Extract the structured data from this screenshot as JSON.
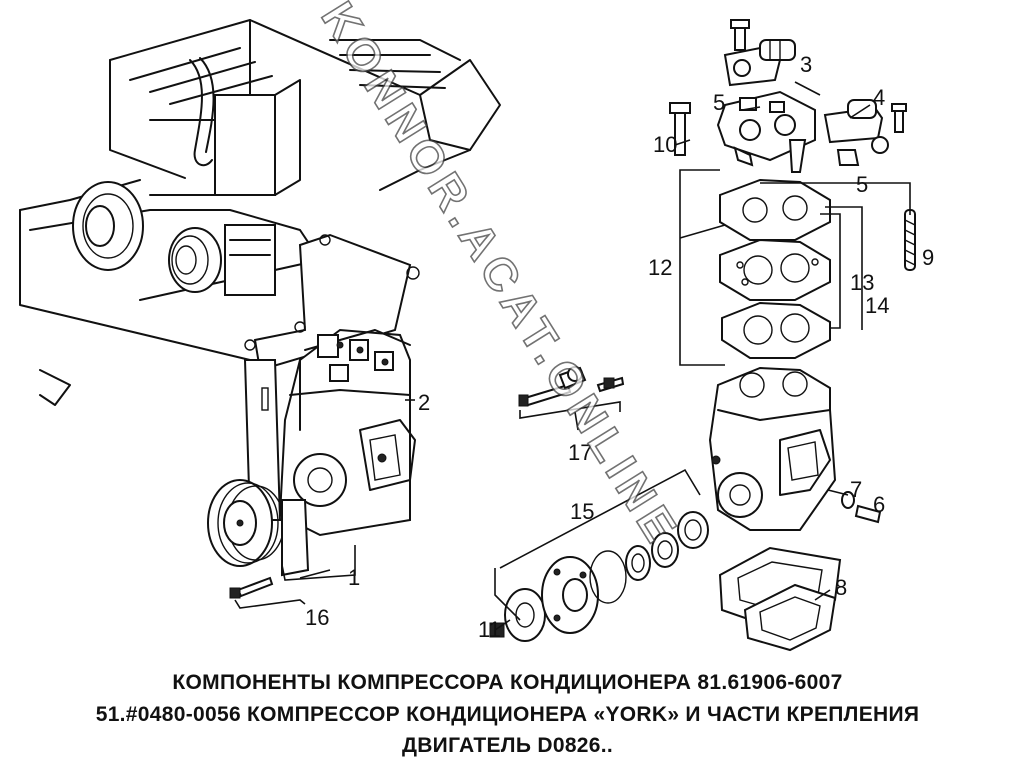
{
  "diagram": {
    "callouts": [
      "1",
      "2",
      "3",
      "4",
      "5",
      "5",
      "6",
      "7",
      "8",
      "9",
      "10",
      "11",
      "12",
      "13",
      "14",
      "15",
      "16",
      "17"
    ],
    "watermark": "KONNOR.ACAT.ONLINE"
  },
  "caption": {
    "line1": "КОМПОНЕНТЫ КОМПРЕССОРА КОНДИЦИОНЕРА 81.61906-6007",
    "line2": "51.#0480-0056 КОМПРЕССОР КОНДИЦИОНЕРА «YORK» И ЧАСТИ КРЕПЛЕНИЯ",
    "line3": "ДВИГАТЕЛЬ D0826.."
  }
}
